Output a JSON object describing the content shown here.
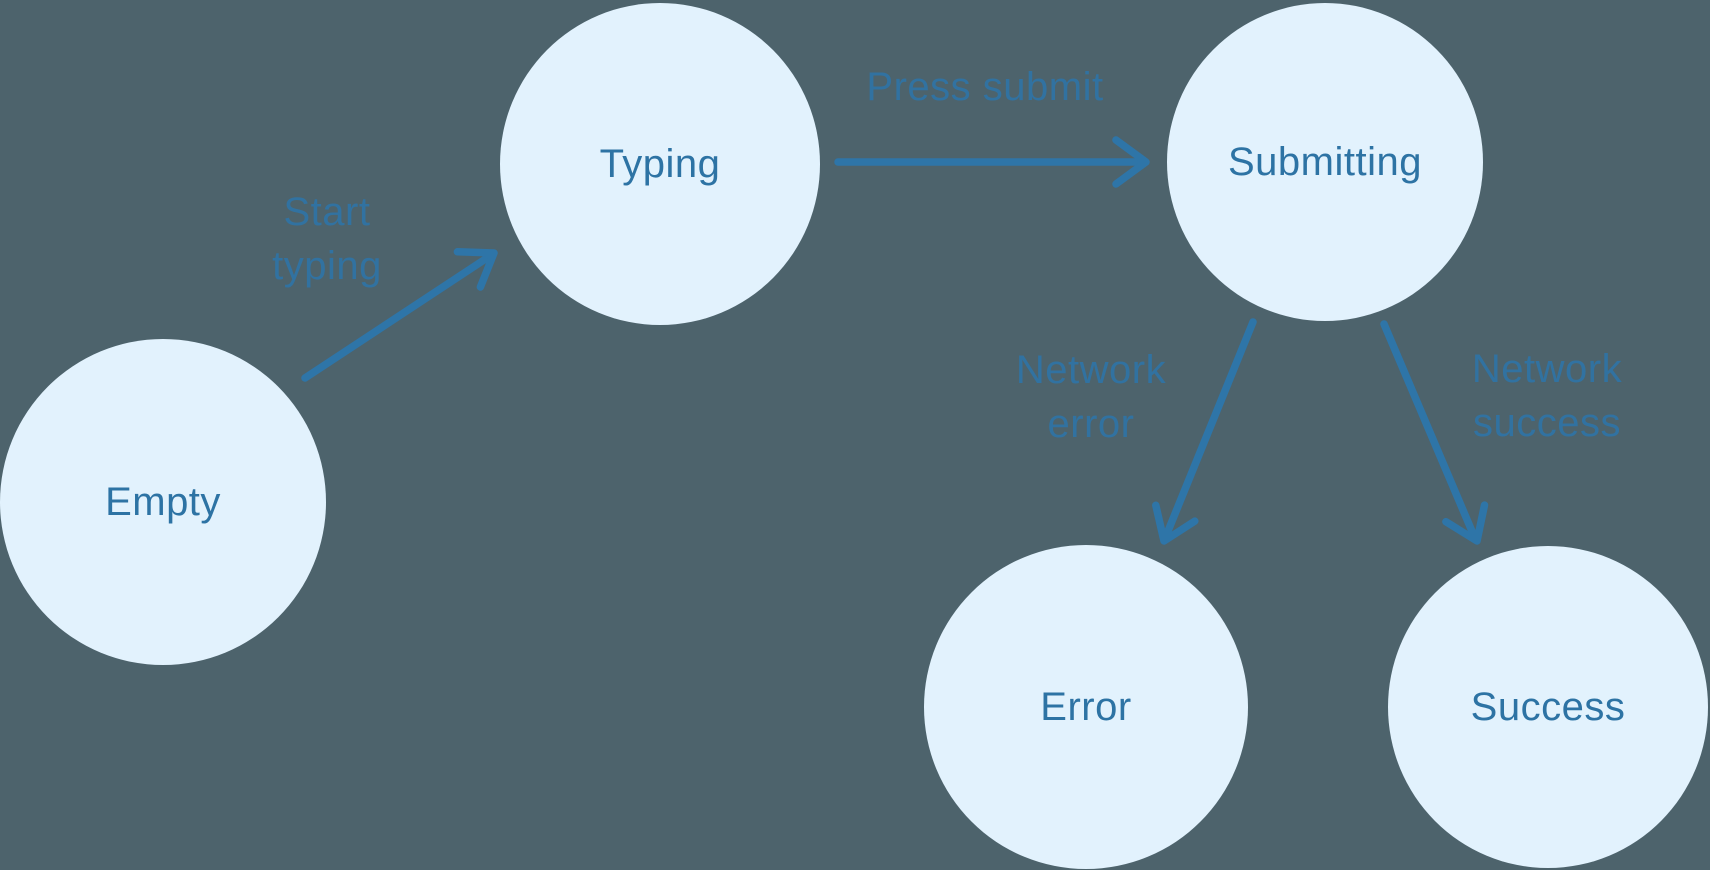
{
  "diagram": {
    "type": "state-machine",
    "nodes": [
      {
        "id": "empty",
        "label": "Empty"
      },
      {
        "id": "typing",
        "label": "Typing"
      },
      {
        "id": "submitting",
        "label": "Submitting"
      },
      {
        "id": "error",
        "label": "Error"
      },
      {
        "id": "success",
        "label": "Success"
      }
    ],
    "edges": [
      {
        "from": "empty",
        "to": "typing",
        "label": "Start typing",
        "label_lines": [
          "Start",
          "typing"
        ]
      },
      {
        "from": "typing",
        "to": "submitting",
        "label": "Press submit",
        "label_lines": [
          "Press submit"
        ]
      },
      {
        "from": "submitting",
        "to": "error",
        "label": "Network error",
        "label_lines": [
          "Network",
          "error"
        ]
      },
      {
        "from": "submitting",
        "to": "success",
        "label": "Network success",
        "label_lines": [
          "Network",
          "success"
        ]
      }
    ]
  },
  "colors": {
    "background": "#4d636c",
    "node_fill": "#e2f2fd",
    "node_text": "#2d73a4",
    "arrow": "#2e75a8",
    "edge_label": "#2f74a6"
  }
}
